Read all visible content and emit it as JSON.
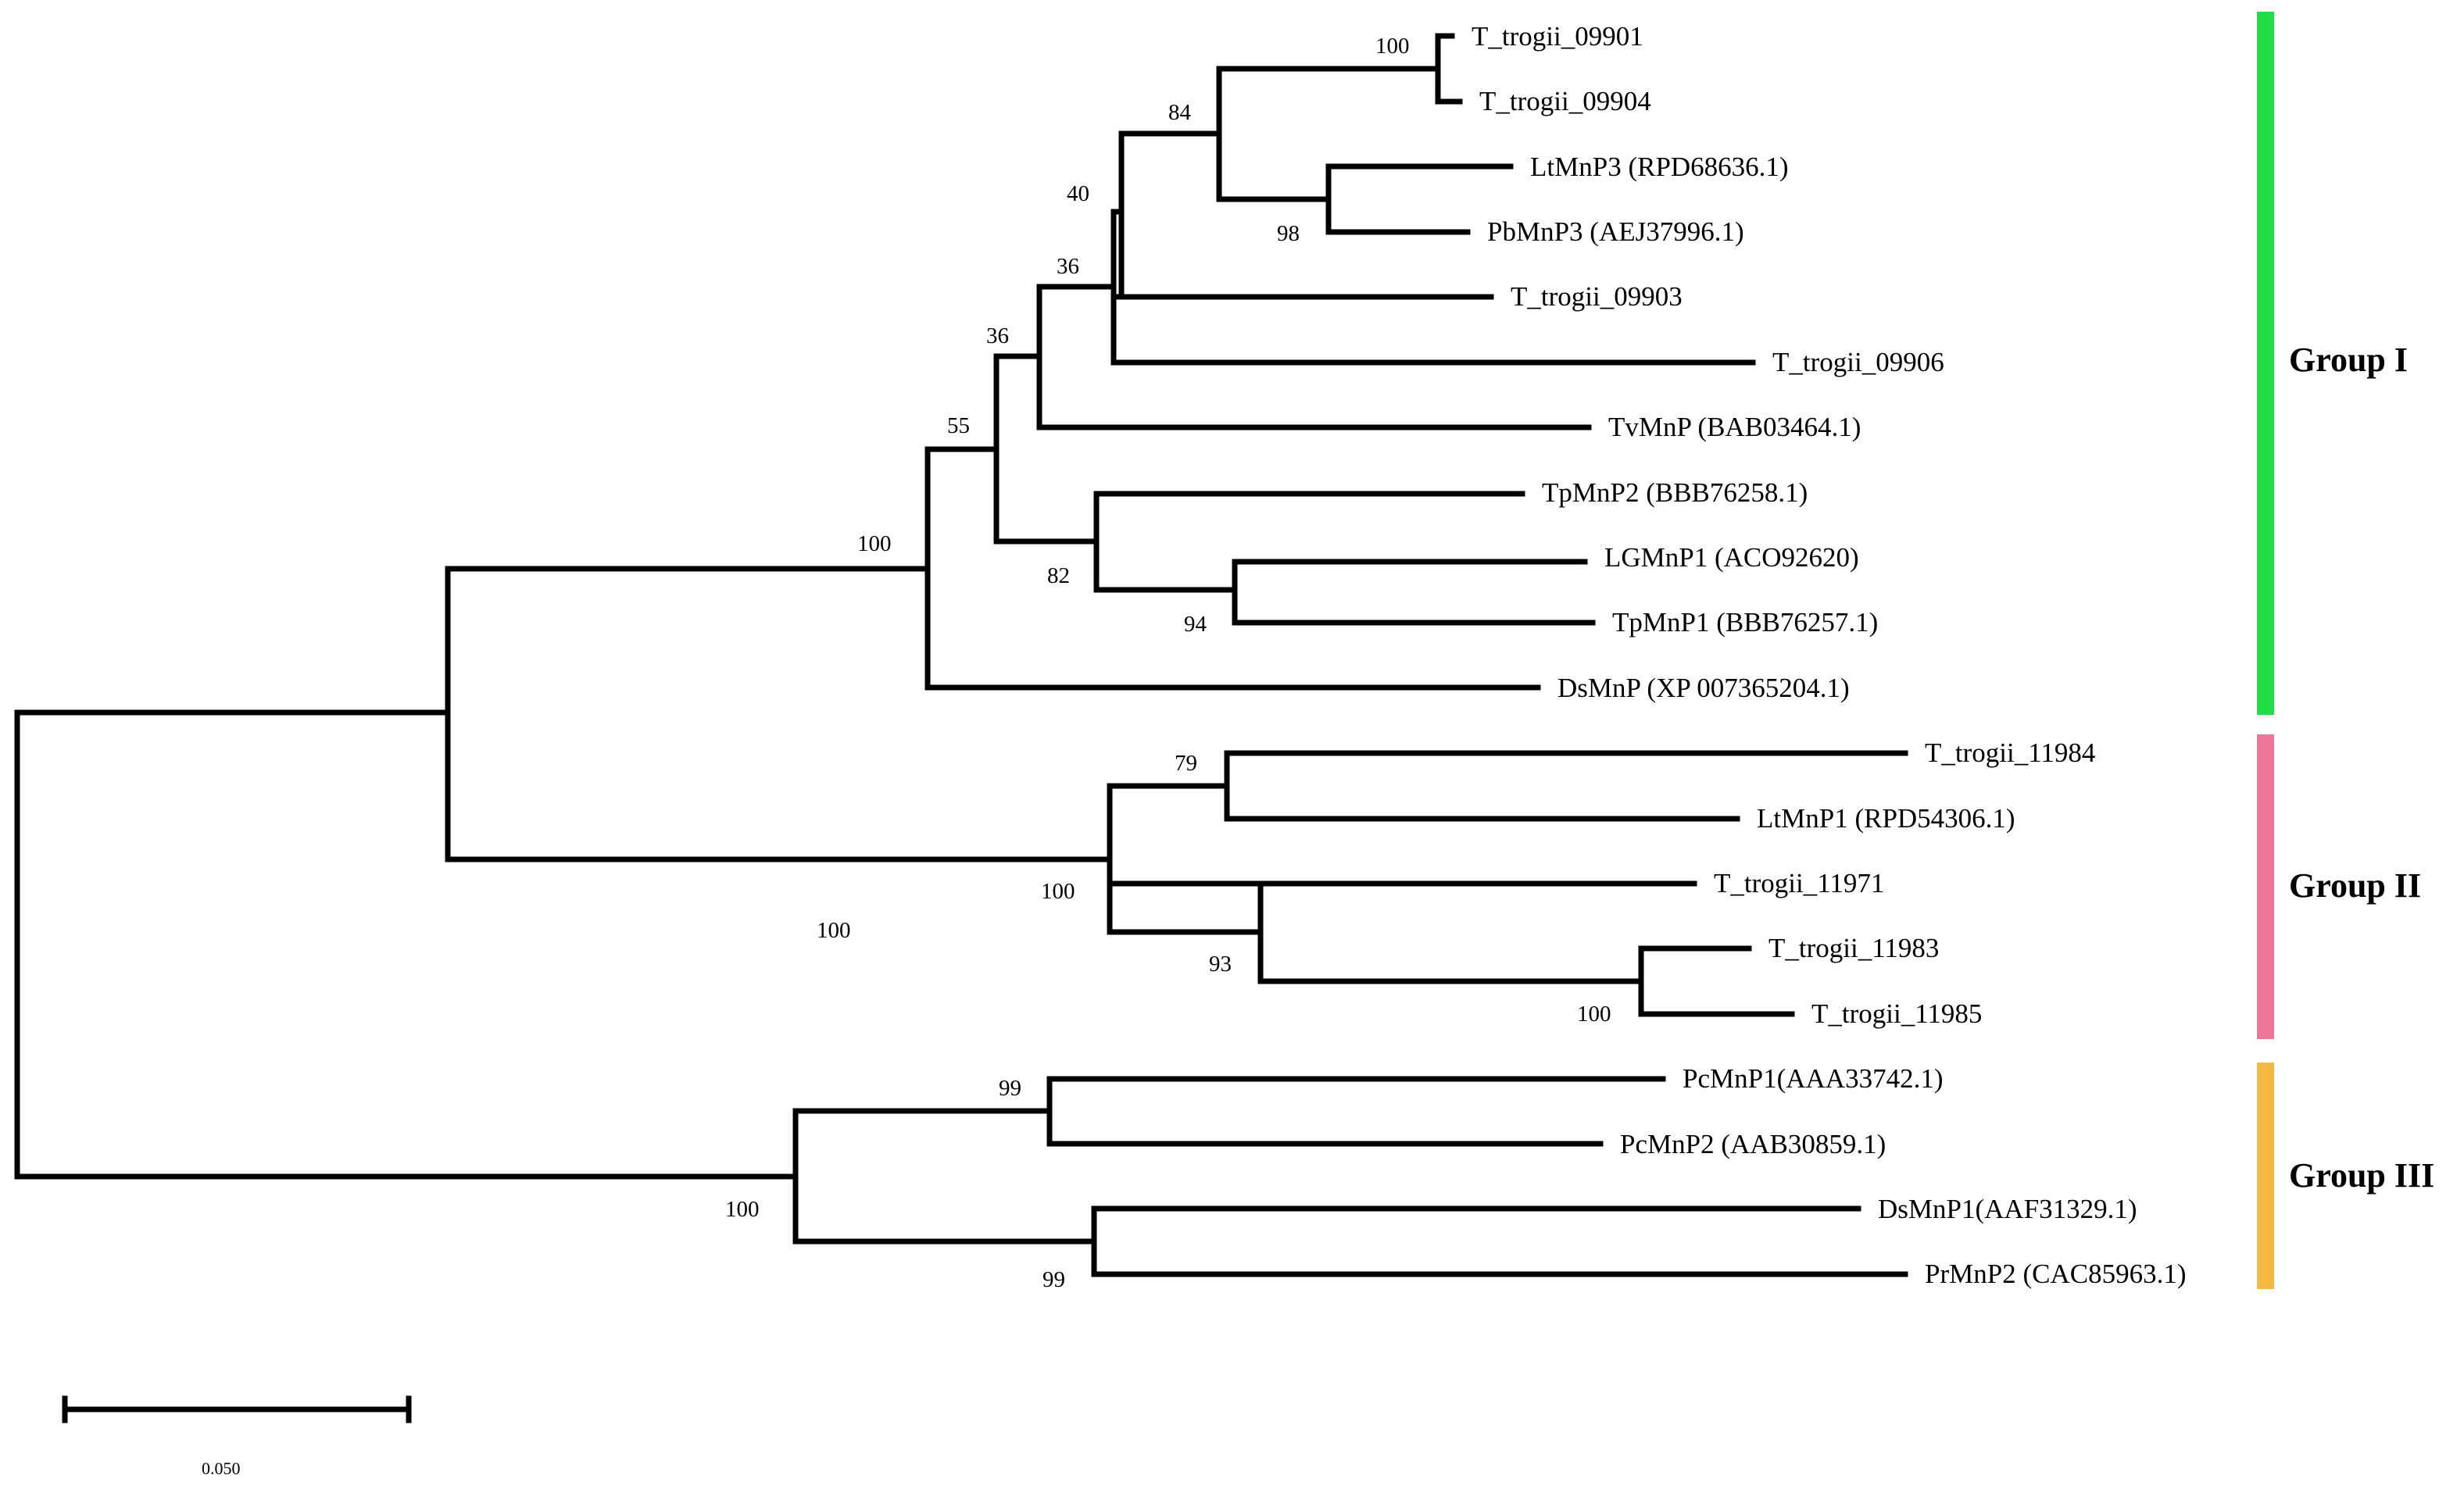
{
  "tree": {
    "leaves": [
      {
        "label": "T_trogii_09901"
      },
      {
        "label": "T_trogii_09904"
      },
      {
        "label": "LtMnP3 (RPD68636.1)"
      },
      {
        "label": "PbMnP3 (AEJ37996.1)"
      },
      {
        "label": "T_trogii_09903"
      },
      {
        "label": "T_trogii_09906"
      },
      {
        "label": "TvMnP (BAB03464.1)"
      },
      {
        "label": "TpMnP2 (BBB76258.1)"
      },
      {
        "label": "LGMnP1 (ACO92620)"
      },
      {
        "label": "TpMnP1 (BBB76257.1)"
      },
      {
        "label": "DsMnP (XP 007365204.1)"
      },
      {
        "label": "T_trogii_11984"
      },
      {
        "label": "LtMnP1 (RPD54306.1)"
      },
      {
        "label": "T_trogii_11971"
      },
      {
        "label": "T_trogii_11983"
      },
      {
        "label": "T_trogii_11985"
      },
      {
        "label": "PcMnP1(AAA33742.1)"
      },
      {
        "label": "PcMnP2 (AAB30859.1)"
      },
      {
        "label": "DsMnP1(AAF31329.1)"
      },
      {
        "label": "PrMnP2 (CAC85963.1)"
      }
    ],
    "bootstrap_values": [
      "100",
      "98",
      "84",
      "40",
      "36",
      "36",
      "94",
      "82",
      "55",
      "100",
      "79",
      "100",
      "93",
      "100",
      "99",
      "99",
      "100",
      "100"
    ]
  },
  "groups": [
    {
      "name": "Group I",
      "color": "#22dd44"
    },
    {
      "name": "Group II",
      "color": "#ee7799"
    },
    {
      "name": "Group III",
      "color": "#f5b942"
    }
  ],
  "scale_bar": {
    "label": "0.050"
  }
}
